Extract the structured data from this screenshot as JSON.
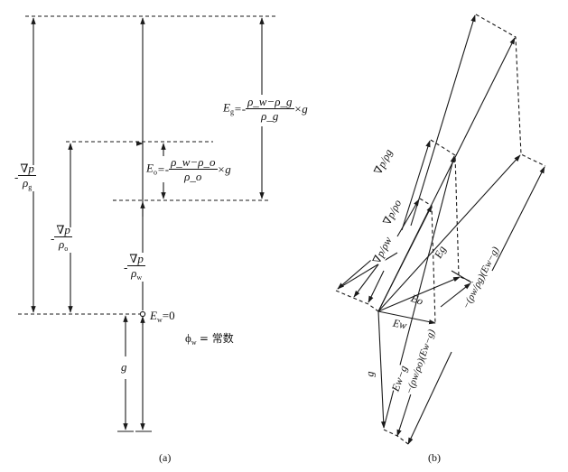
{
  "panel_a": {
    "caption": "(a)",
    "label_grad_g": {
      "neg": "-",
      "num": "∇p",
      "den": "ρ",
      "den_sub": "g"
    },
    "label_grad_o": {
      "neg": "-",
      "num": "∇p",
      "den": "ρ",
      "den_sub": "o"
    },
    "label_grad_w": {
      "neg": "-",
      "num": "∇p",
      "den": "ρ",
      "den_sub": "w"
    },
    "label_Eo": {
      "lhs": "E",
      "lhs_sub": "o",
      "eq": "=-",
      "num": "ρ_w−ρ_o",
      "den": "ρ_o",
      "tail": "×g"
    },
    "label_Eg": {
      "lhs": "E",
      "lhs_sub": "g",
      "eq": "=-",
      "num": "ρ_w−ρ_g",
      "den": "ρ_g",
      "tail": "×g"
    },
    "label_Ew": {
      "lhs": "E",
      "lhs_sub": "w",
      "rhs": "=0"
    },
    "label_phi": {
      "lhs": "ϕ",
      "lhs_sub": "w",
      "rhs": "= 常数"
    },
    "label_g": "g"
  },
  "panel_b": {
    "caption": "(b)",
    "label_grad_g": "∇p/ρg",
    "label_grad_o": "∇p/ρo",
    "label_grad_w": "∇p/ρw",
    "label_Eg": "Eg",
    "label_Eo": "Eo",
    "label_Ew": "Ew",
    "label_g": "g",
    "label_Ew_minus_g": "Ew−g",
    "label_o_term": "−(ρw/ρo)(Ew−g)",
    "label_g_term": "−(ρw/ρg)(Ew−g)"
  }
}
